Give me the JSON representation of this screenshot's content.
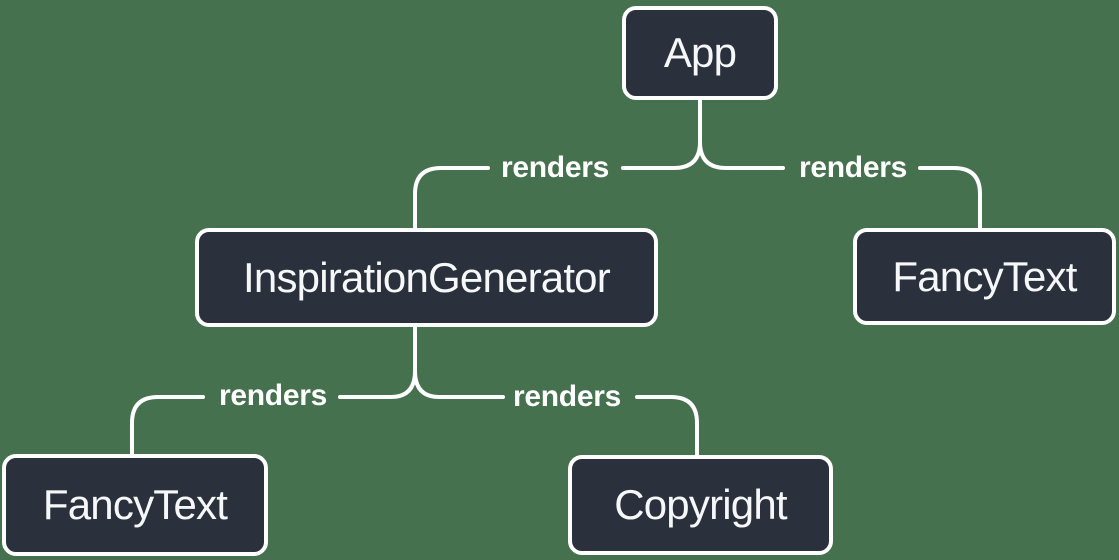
{
  "diagram": {
    "kind": "component-render-tree",
    "colors": {
      "background": "#46714E",
      "node_fill": "#2B313C",
      "node_border": "#FFFFFF",
      "node_text": "#F6F7F9",
      "edge_line": "#FFFFFF",
      "edge_label_text": "#FFFFFF"
    },
    "nodes": [
      {
        "id": "app",
        "label": "App"
      },
      {
        "id": "inspiration-generator",
        "label": "InspirationGenerator"
      },
      {
        "id": "fancy-text-top",
        "label": "FancyText"
      },
      {
        "id": "fancy-text-bottom",
        "label": "FancyText"
      },
      {
        "id": "copyright",
        "label": "Copyright"
      }
    ],
    "edges": [
      {
        "from": "App",
        "to": "InspirationGenerator",
        "label": "renders"
      },
      {
        "from": "App",
        "to": "FancyText",
        "label": "renders"
      },
      {
        "from": "InspirationGenerator",
        "to": "FancyText",
        "label": "renders"
      },
      {
        "from": "InspirationGenerator",
        "to": "Copyright",
        "label": "renders"
      }
    ]
  }
}
